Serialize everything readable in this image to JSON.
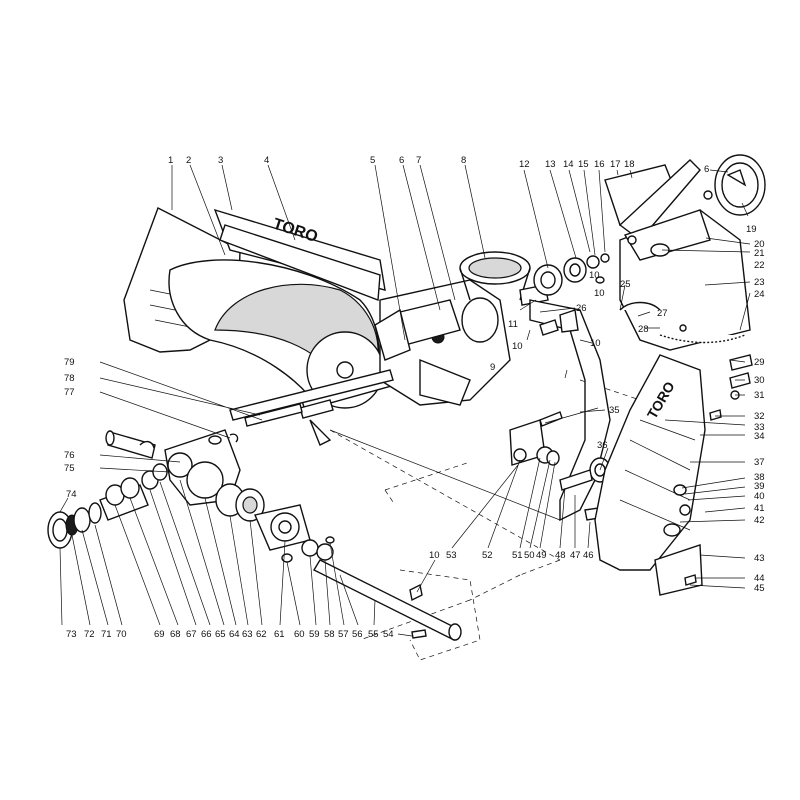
{
  "brand_label": "TORO",
  "chute_brand_label": "TORO",
  "callouts": {
    "c1": "1",
    "c2": "2",
    "c3": "3",
    "c4": "4",
    "c5": "5",
    "c6": "6",
    "c7": "7",
    "c8": "8",
    "c9": "9",
    "c10": "10",
    "c11": "11",
    "c12": "12",
    "c13": "13",
    "c14": "14",
    "c15": "15",
    "c16": "16",
    "c17": "17",
    "c18": "18",
    "c19": "19",
    "c20": "20",
    "c21": "21",
    "c22": "22",
    "c23": "23",
    "c24": "24",
    "c25": "25",
    "c26": "26",
    "c27": "27",
    "c28": "28",
    "c29": "29",
    "c30": "30",
    "c31": "31",
    "c32": "32",
    "c33": "33",
    "c34": "34",
    "c35": "35",
    "c36": "36",
    "c37": "37",
    "c38": "38",
    "c39": "39",
    "c40": "40",
    "c41": "41",
    "c42": "42",
    "c43": "43",
    "c44": "44",
    "c45": "45",
    "c46": "46",
    "c47": "47",
    "c48": "48",
    "c49": "49",
    "c50": "50",
    "c51": "51",
    "c52": "52",
    "c53": "53",
    "c54": "54",
    "c55": "55",
    "c56": "56",
    "c57": "57",
    "c58": "58",
    "c59": "59",
    "c60": "60",
    "c61": "61",
    "c62": "62",
    "c63": "63",
    "c64": "64",
    "c65": "65",
    "c66": "66",
    "c67": "67",
    "c68": "68",
    "c69": "69",
    "c70": "70",
    "c71": "71",
    "c72": "72",
    "c73": "73",
    "c74": "74",
    "c75": "75",
    "c76": "76",
    "c77": "77",
    "c78": "78",
    "c79": "79",
    "c6b": "6",
    "c10b": "10",
    "c10c": "10",
    "c10d": "10",
    "c10e": "10"
  }
}
